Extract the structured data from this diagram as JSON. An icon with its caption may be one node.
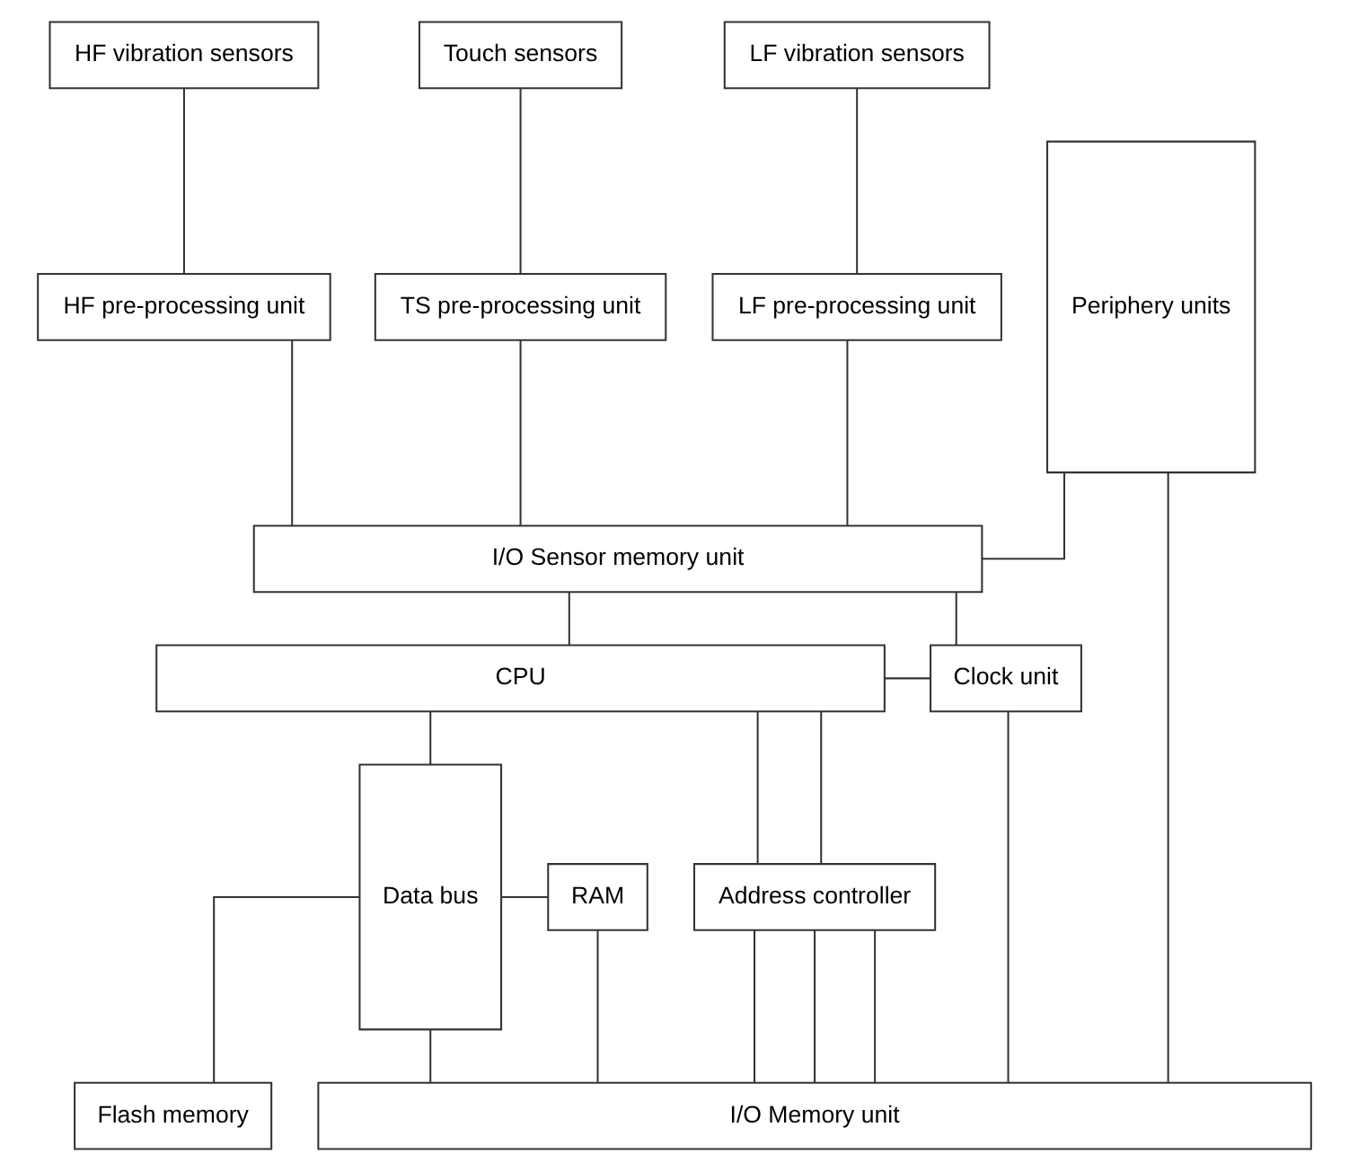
{
  "diagram": {
    "nodes": [
      {
        "text": [
          "HF vibration sensors"
        ]
      },
      {
        "text": [
          "Touch sensors"
        ]
      },
      {
        "text": [
          "LF vibration sensors"
        ]
      },
      {
        "text": [
          "HF pre-processing unit"
        ]
      },
      {
        "text": [
          "TS pre-processing unit"
        ]
      },
      {
        "text": [
          "LF pre-processing unit"
        ]
      },
      {
        "text": [
          "I/O Sensor memory unit"
        ]
      },
      {
        "text": [
          "CPU"
        ]
      },
      {
        "text": [
          "Clock unit"
        ]
      },
      {
        "text": [
          "Periphery units"
        ]
      },
      {
        "text": [
          "Data bus"
        ]
      },
      {
        "text": [
          "Address controller"
        ]
      },
      {
        "text": [
          "RAM"
        ]
      },
      {
        "text": [
          "Flash memory"
        ]
      },
      {
        "text": [
          "I/O Memory unit"
        ]
      }
    ],
    "edges": [
      {
        "from": 0,
        "to": 3,
        "arrow": "none"
      },
      {
        "from": 1,
        "to": 4,
        "arrow": "none"
      },
      {
        "from": 2,
        "to": 5,
        "arrow": "none"
      },
      {
        "from": 3,
        "to": 6,
        "arrow": "none"
      },
      {
        "from": 4,
        "to": 6,
        "arrow": "none"
      },
      {
        "from": 5,
        "to": 6,
        "arrow": "none"
      },
      {
        "from": 6,
        "to": 7,
        "arrow": "none"
      },
      {
        "from": 6,
        "to": 8,
        "arrow": "none"
      },
      {
        "from": 9,
        "to": 6,
        "arrow": "none"
      },
      {
        "from": 9,
        "to": 14,
        "arrow": "none"
      },
      {
        "from": 7,
        "to": 8,
        "arrow": "none"
      },
      {
        "from": 7,
        "to": 10,
        "arrow": "none"
      },
      {
        "from": 10,
        "to": 14,
        "arrow": "none"
      },
      {
        "from": 7,
        "to": 11,
        "arrow": "none"
      },
      {
        "from": 7,
        "to": 11,
        "arrow": "none"
      },
      {
        "from": 10,
        "to": 12,
        "arrow": "none"
      },
      {
        "from": 10,
        "to": 13,
        "arrow": "none"
      },
      {
        "from": 11,
        "to": 14,
        "arrow": "none"
      },
      {
        "from": 12,
        "to": 14,
        "arrow": "none"
      },
      {
        "from": 11,
        "to": 14,
        "arrow": "none"
      },
      {
        "from": 8,
        "to": 14,
        "arrow": "none"
      },
      {
        "from": 11,
        "to": 14,
        "arrow": "none"
      }
    ]
  }
}
